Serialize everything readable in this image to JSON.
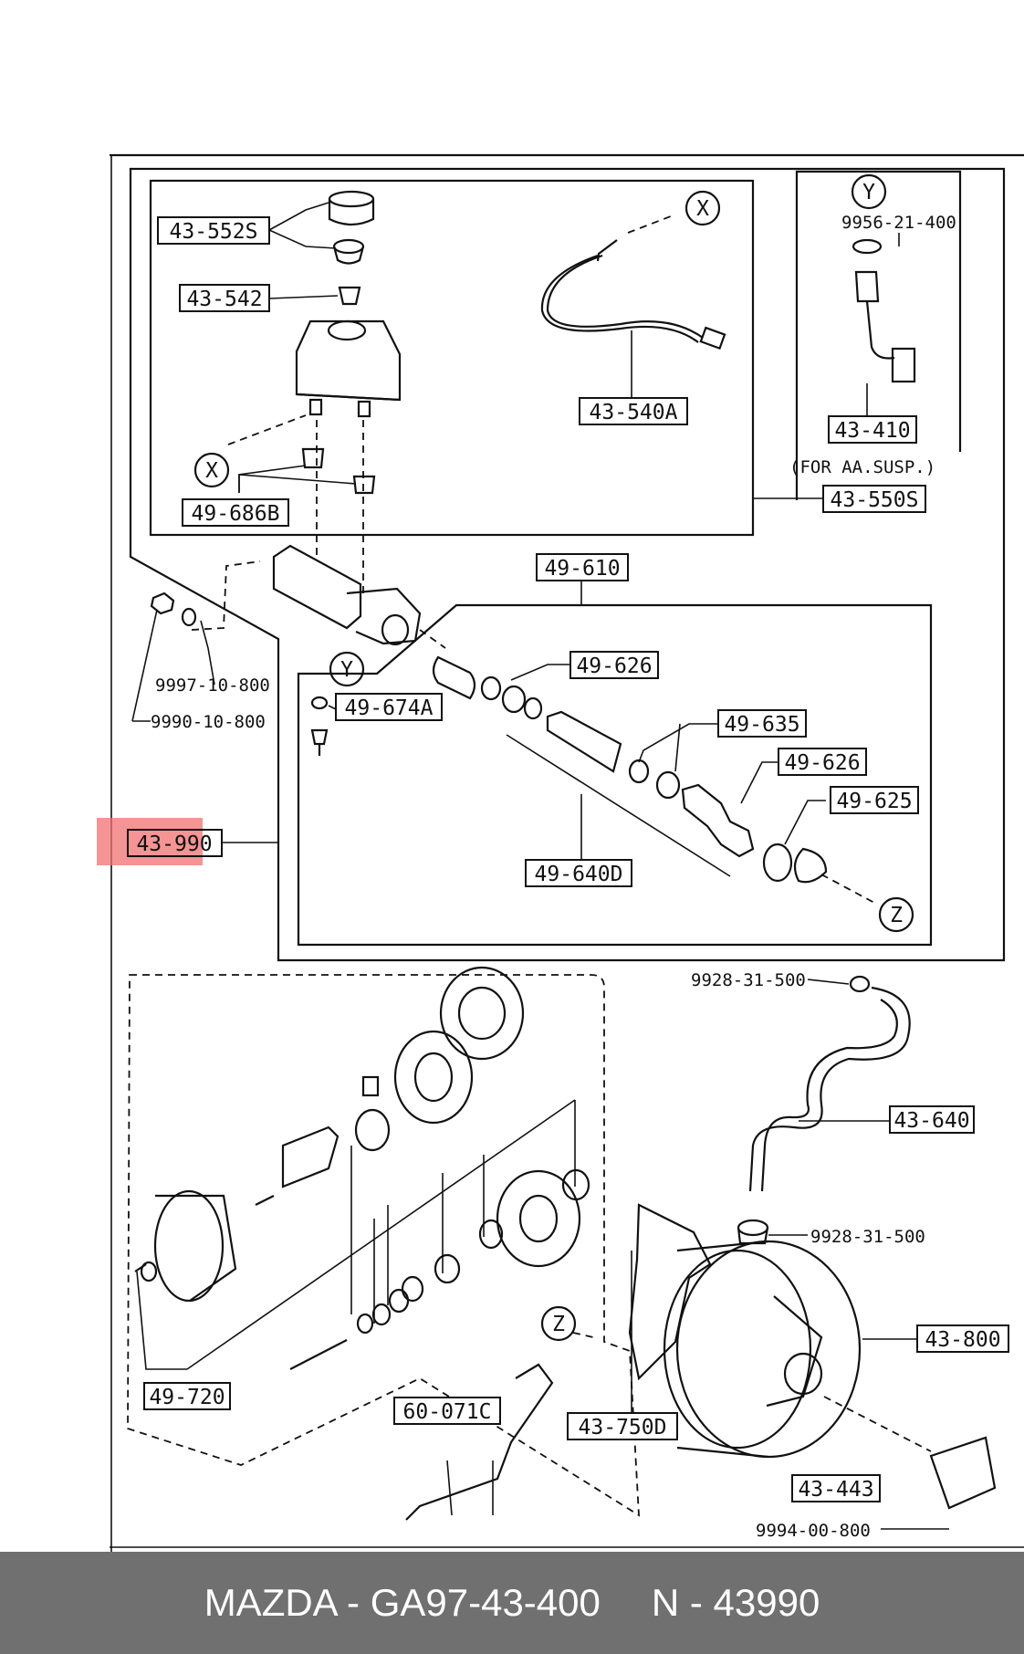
{
  "labels": {
    "l43552S": "43-552S",
    "l43542": "43-542",
    "l43540A": "43-540A",
    "l9956": "9956-21-400",
    "l43410": "43-410",
    "aasusp": "(FOR AA.SUSP.)",
    "l43550S": "43-550S",
    "l49686B": "49-686B",
    "l49610": "49-610",
    "l49626a": "49-626",
    "l9997": "9997-10-800",
    "l9990": "9990-10-800",
    "l49674A": "49-674A",
    "l49635": "49-635",
    "l49626b": "49-626",
    "l49625": "49-625",
    "l43990": "43-990",
    "l49640D": "49-640D",
    "l9928a": "9928-31-500",
    "l43640": "43-640",
    "l9928b": "9928-31-500",
    "l43800": "43-800",
    "l49720": "49-720",
    "l60071C": "60-071C",
    "l43750D": "43-750D",
    "l43443": "43-443",
    "l9994": "9994-00-800",
    "markX": "X",
    "markY": "Y",
    "markZ": "Z"
  },
  "highlight": {
    "color": "#f07070",
    "label": "43-990"
  },
  "footer": {
    "brand_part": "MAZDA - GA97-43-400",
    "ref": "N - 43990"
  }
}
